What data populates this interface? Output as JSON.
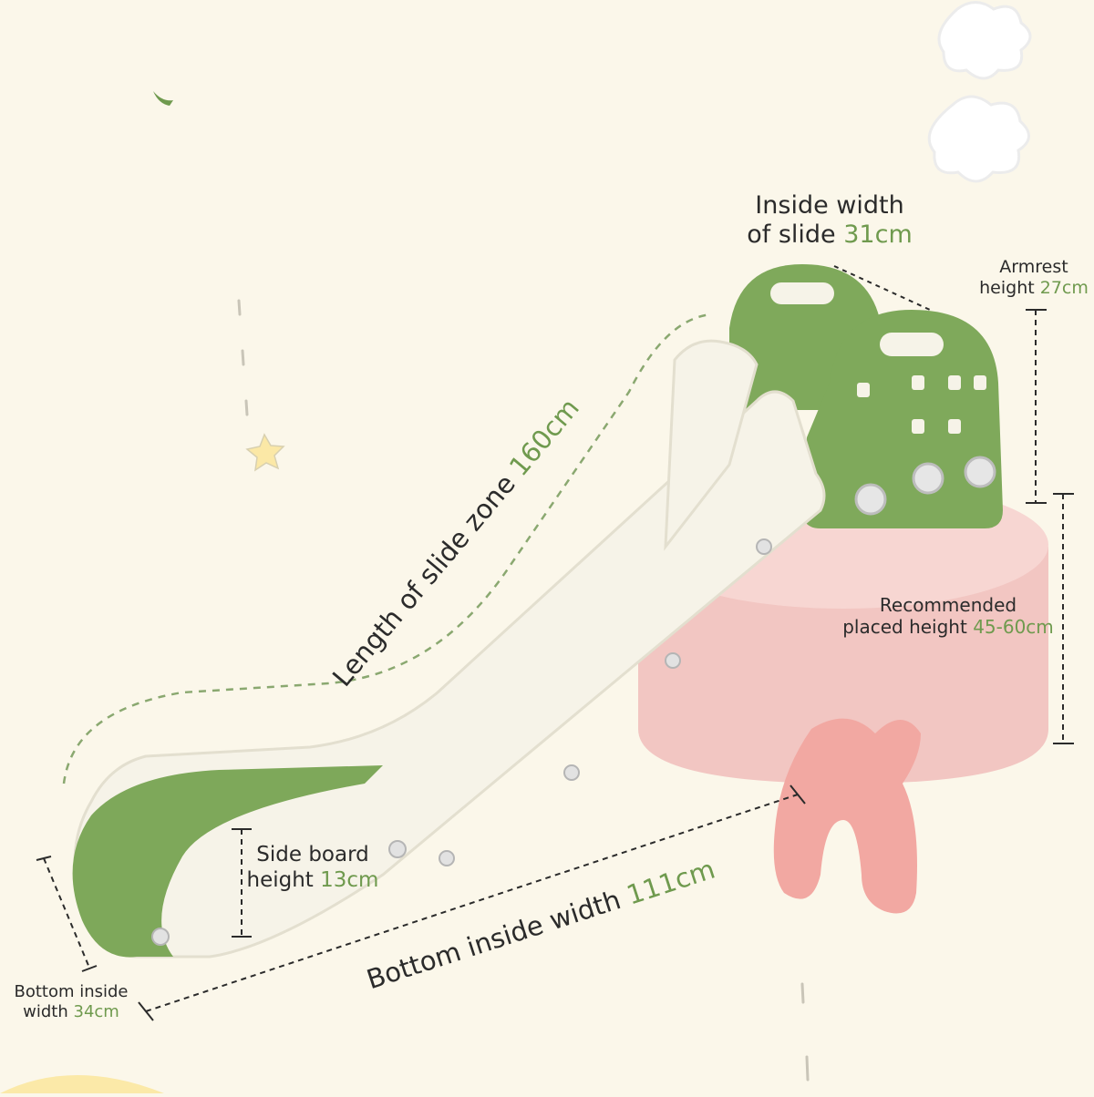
{
  "labels": {
    "inside_width": {
      "line1": "Inside width",
      "line2": "of slide",
      "value": "31cm"
    },
    "armrest": {
      "line1": "Armrest",
      "line2": "height",
      "value": "27cm"
    },
    "slide_length": {
      "text": "Length of slide zone",
      "value": "160cm"
    },
    "recommended": {
      "line1": "Recommended",
      "line2": "placed height",
      "value": "45-60cm"
    },
    "side_board": {
      "line1": "Side board",
      "line2": "height",
      "value": "13cm"
    },
    "bottom_length": {
      "text": "Bottom inside width",
      "value": "111cm"
    },
    "bottom_width": {
      "line1": "Bottom inside",
      "line2": "width",
      "value": "34cm"
    }
  },
  "colors": {
    "background": "#fbf7ea",
    "slide_white": "#f6f3e8",
    "slide_green": "#7ea85a",
    "panel_green": "#7fa95b",
    "base_pink": "#f2c7c4",
    "accent_green_text": "#6f9a4e"
  }
}
